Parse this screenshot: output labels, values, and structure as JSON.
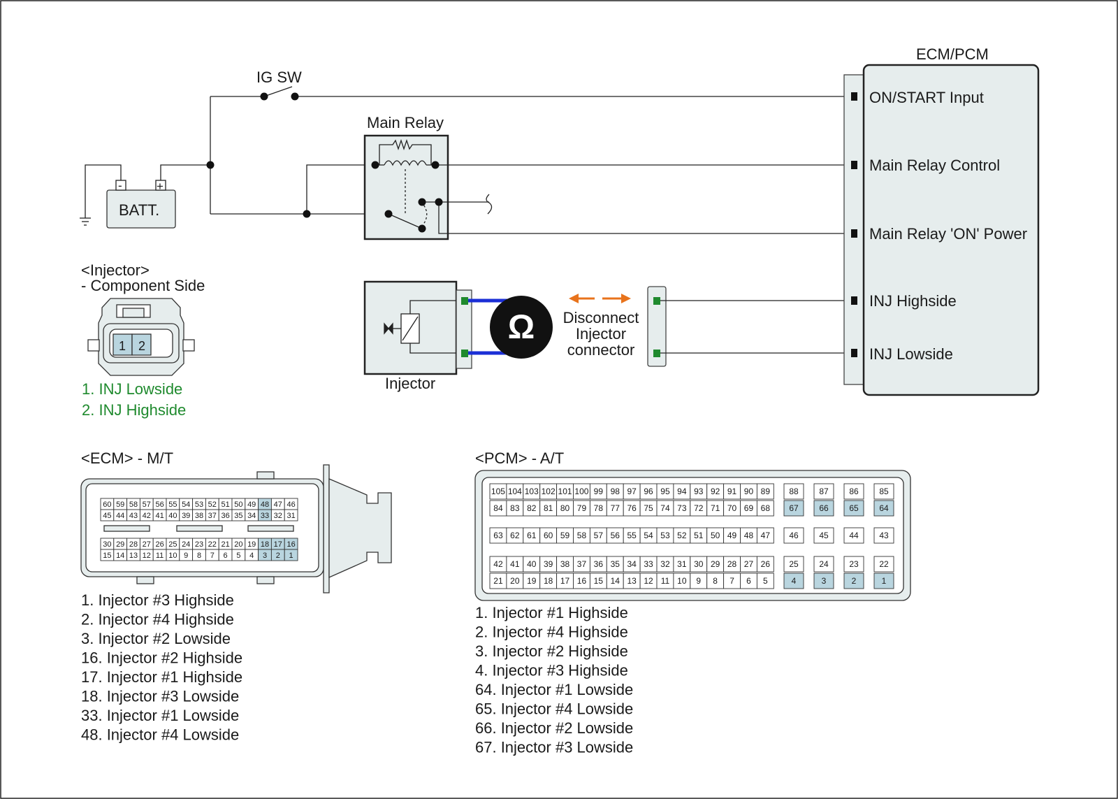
{
  "header": {
    "ig_sw": "IG SW",
    "main_relay": "Main Relay",
    "batt": "BATT.",
    "batt_neg": "-",
    "batt_pos": "+",
    "ecm_pcm": "ECM/PCM",
    "injector": "Injector",
    "disconnect": [
      "Disconnect",
      "Injector",
      "connector"
    ],
    "omega": "Ω"
  },
  "ecm_pins": [
    {
      "label": "ON/START Input"
    },
    {
      "label": "Main Relay Control"
    },
    {
      "label": "Main Relay 'ON' Power"
    },
    {
      "label": "INJ Highside"
    },
    {
      "label": "INJ Lowside"
    }
  ],
  "injector_connector": {
    "title": "<Injector>",
    "subtitle": "- Component Side",
    "pin1": "1",
    "pin2": "2",
    "legend": [
      "1. INJ Lowside",
      "2. INJ Highside"
    ]
  },
  "ecm_connector": {
    "title": "<ECM> - M/T",
    "row1": [
      "60",
      "59",
      "58",
      "57",
      "56",
      "55",
      "54",
      "53",
      "52",
      "51",
      "50",
      "49",
      "48",
      "47",
      "46"
    ],
    "row2": [
      "45",
      "44",
      "43",
      "42",
      "41",
      "40",
      "39",
      "38",
      "37",
      "36",
      "35",
      "34",
      "33",
      "32",
      "31"
    ],
    "row3": [
      "30",
      "29",
      "28",
      "27",
      "26",
      "25",
      "24",
      "23",
      "22",
      "21",
      "20",
      "19",
      "18",
      "17",
      "16"
    ],
    "row4": [
      "15",
      "14",
      "13",
      "12",
      "11",
      "10",
      "9",
      "8",
      "7",
      "6",
      "5",
      "4",
      "3",
      "2",
      "1"
    ],
    "highlight": [
      "48",
      "33",
      "18",
      "17",
      "16",
      "3",
      "2",
      "1"
    ],
    "legend": [
      "1. Injector #3 Highside",
      "2. Injector #4 Highside",
      "3. Injector #2 Lowside",
      "16. Injector #2 Highside",
      "17. Injector #1 Highside",
      "18. Injector #3 Lowside",
      "33. Injector #1 Lowside",
      "48. Injector #4 Lowside"
    ]
  },
  "pcm_connector": {
    "title": "<PCM> - A/T",
    "rowA_main": [
      "105",
      "104",
      "103",
      "102",
      "101",
      "100",
      "99",
      "98",
      "97",
      "96",
      "95",
      "94",
      "93",
      "92",
      "91",
      "90",
      "89"
    ],
    "rowA_side": [
      "88",
      "87",
      "86",
      "85"
    ],
    "rowB_main": [
      "84",
      "83",
      "82",
      "81",
      "80",
      "79",
      "78",
      "77",
      "76",
      "75",
      "74",
      "73",
      "72",
      "71",
      "70",
      "69",
      "68"
    ],
    "rowB_side": [
      "67",
      "66",
      "65",
      "64"
    ],
    "rowC_main": [
      "63",
      "62",
      "61",
      "60",
      "59",
      "58",
      "57",
      "56",
      "55",
      "54",
      "53",
      "52",
      "51",
      "50",
      "49",
      "48",
      "47"
    ],
    "rowC_side": [
      "46",
      "45",
      "44",
      "43"
    ],
    "rowD_main": [
      "42",
      "41",
      "40",
      "39",
      "38",
      "37",
      "36",
      "35",
      "34",
      "33",
      "32",
      "31",
      "30",
      "29",
      "28",
      "27",
      "26"
    ],
    "rowD_side": [
      "25",
      "24",
      "23",
      "22"
    ],
    "rowE_main": [
      "21",
      "20",
      "19",
      "18",
      "17",
      "16",
      "15",
      "14",
      "13",
      "12",
      "11",
      "10",
      "9",
      "8",
      "7",
      "6",
      "5"
    ],
    "rowE_side": [
      "4",
      "3",
      "2",
      "1"
    ],
    "highlight": [
      "67",
      "66",
      "65",
      "64",
      "4",
      "3",
      "2",
      "1"
    ],
    "legend": [
      "1. Injector #1 Highside",
      "2. Injector #4 Highside",
      "3. Injector #2 Highside",
      "4. Injector #3 Highside",
      "64. Injector #1 Lowside",
      "65. Injector #4 Lowside",
      "66. Injector #2 Lowside",
      "67. Injector #3 Lowside"
    ]
  },
  "colors": {
    "highlight_fill": "#b9d5df",
    "module_fill": "#e6eded",
    "pin_green": "#1f8a2e",
    "probe_blue": "#1b2fd6",
    "arrow_orange": "#e8731c",
    "legend_green": "#1f8a2e"
  }
}
